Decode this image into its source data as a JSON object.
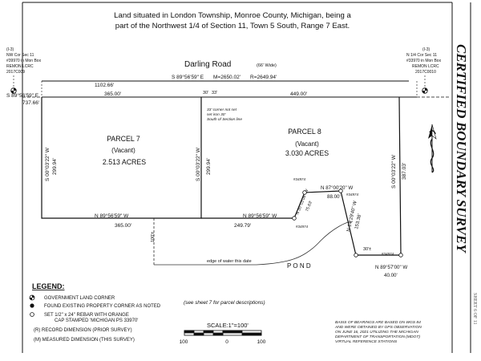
{
  "header": {
    "line1": "Land situated in London Township, Monroe County, Michigan, being a",
    "line2": "part of the Northwest 1/4 of Section 11, Town 5 South, Range 7 East."
  },
  "road": {
    "name": "Darling Road",
    "width_note": "(66' Wide)",
    "bearing": "S 89°56'59\" E",
    "measured": "M=2650.02'",
    "record": "R=2649.94'"
  },
  "corners": {
    "nw": {
      "id": "(I-3)",
      "label": "NW Cor Sec 11",
      "box": "#39970 in Mon Box",
      "lcrc": "REMON LCRC",
      "doc": "2017C009"
    },
    "ne": {
      "id": "(I-3)",
      "label": "N 1/4 Cor Sec 11",
      "box": "#33970 in Mon Box",
      "lcrc": "REMON LCRC",
      "doc": "2017C0010"
    }
  },
  "dims": {
    "top_total": "1102.66'",
    "top_p7": "365.00'",
    "top_p8": "449.00'",
    "row_bearing": "S 89°56'59\" E",
    "row_offset": "737.66'",
    "row_30": "30'",
    "row_33": "33'",
    "west_bearing": "S 00°03'22\" W",
    "west_len": "299.94'",
    "mid_bearing": "S 00°03'22\" W",
    "mid_len": "299.94'",
    "east_bearing": "S 00°03'22\" W",
    "east_len": "387.03'",
    "p7_south_bearing": "N 89°56'59\" W",
    "p7_south_len": "365.00'",
    "p8_south_bearing": "N 89°56'59\" W",
    "p8_south_len": "249.79'",
    "diag1_bearing": "N 35°03'06\" W",
    "diag1_len": "75.63'",
    "jog_bearing": "N 87°00'20\" W",
    "jog_len": "88.00'",
    "diag2_bearing": "N 14°29'40\" W",
    "diag2_len": "153.38'",
    "diag2_extra": "30'±",
    "end_bearing": "N 89°57'00\" W",
    "end_len": "40.00'",
    "west_100": "100'±",
    "pin1": "#34974",
    "pin2": "#34974",
    "pin3": "#34974",
    "pin4": "#34974",
    "pin5": "#34974"
  },
  "corner_note": [
    "33' corner not set",
    "set iron 30'",
    "South of Section line"
  ],
  "parcels": [
    {
      "name": "PARCEL 7",
      "status": "(Vacant)",
      "area": "2.513  ACRES"
    },
    {
      "name": "PARCEL 8",
      "status": "(Vacant)",
      "area": "3.030  ACRES"
    }
  ],
  "water": {
    "edge": "edge of water this date",
    "pond": "P O N D"
  },
  "legend": {
    "title": "LEGEND:",
    "items": [
      {
        "symbol": "government-corner",
        "text": "GOVERNMENT LAND CORNER"
      },
      {
        "symbol": "found-corner",
        "text": "FOUND EXISTING PROPERTY CORNER AS NOTED"
      },
      {
        "symbol": "set-rebar",
        "text": "SET 1/2\" x 24\" REBAR WITH ORANGE",
        "text2": "CAP STAMPED 'MICHIGAN PS 33970'"
      },
      {
        "symbol": "R",
        "text": "(R)   RECORD DIMENSION (PRIOR SURVEY)"
      },
      {
        "symbol": "M",
        "text": "(M)   MEASURED DIMENSION (THIS SURVEY)"
      }
    ]
  },
  "sheet_ref": "(see sheet 7 for parcel descriptions)",
  "scale": {
    "label": "SCALE:1\"=100'",
    "ticks": [
      "100",
      "0",
      "100"
    ]
  },
  "basis": [
    "BASIS OF BEARINGS ARE BASED ON WGS 84",
    "AND WERE OBTAINED BY GPS OBSERVATION",
    "ON JUNE 16, 2021 UTILIZING THE MICHIGAN",
    "DEPARTMENT OF TRANSPORTATION (MDOT)",
    "VIRTUAL REFERENCE STATIONS"
  ],
  "title_block": {
    "title": "CERTIFIED  BOUNDARY  SURVEY",
    "sheet": "SHEET 6 OF 11"
  }
}
